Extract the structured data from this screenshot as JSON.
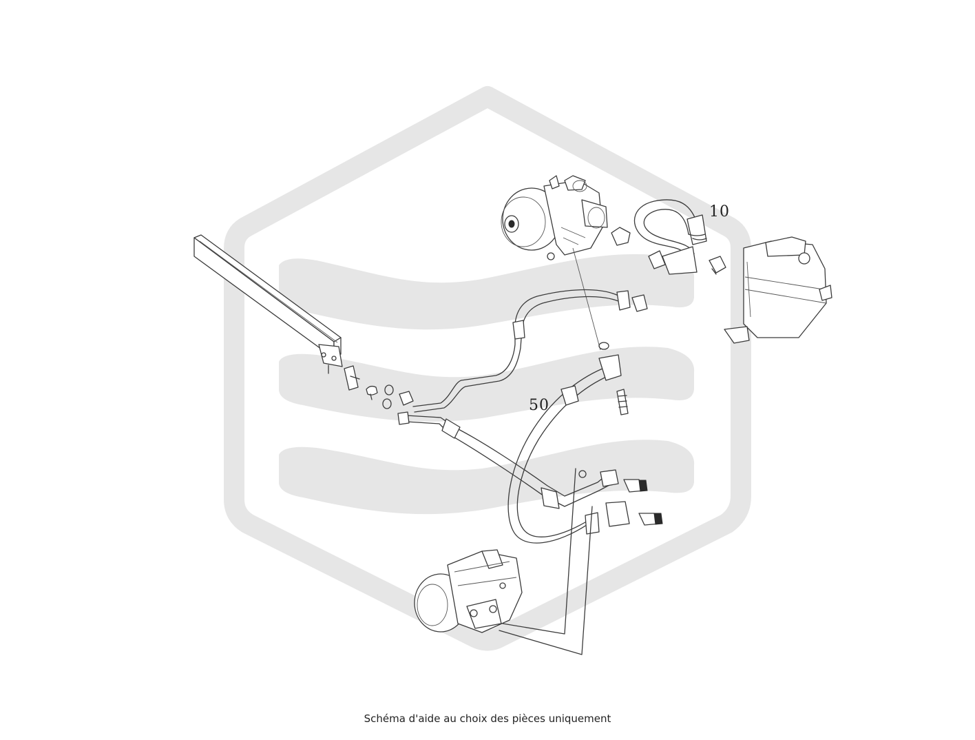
{
  "diagram": {
    "callouts": {
      "part_10": "10",
      "part_50": "50"
    },
    "caption": "Schéma d'aide au choix des pièces uniquement",
    "colors": {
      "watermark": "#e6e6e6",
      "line": "#3a3a3a",
      "text": "#222222"
    }
  }
}
